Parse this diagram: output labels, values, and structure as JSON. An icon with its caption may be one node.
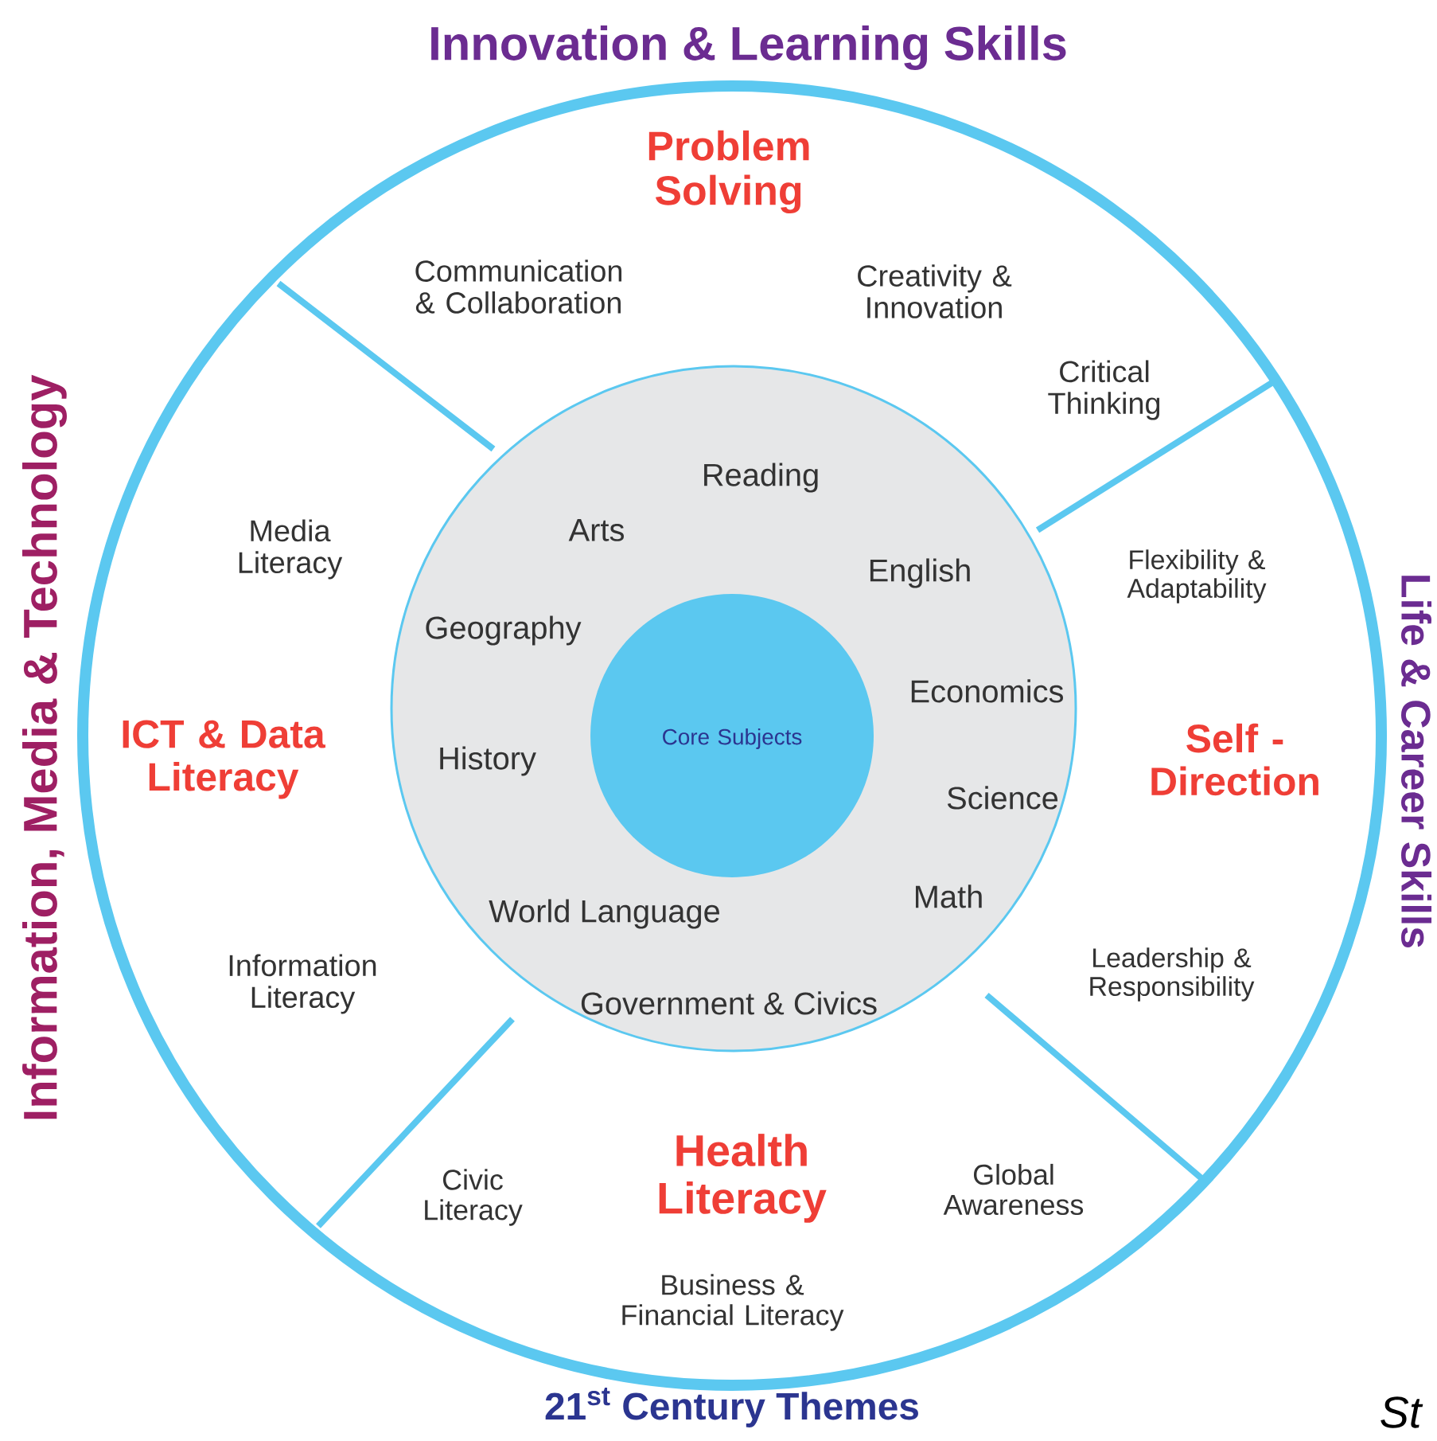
{
  "diagram": {
    "nodes": [
      {
        "text": [],
        "shape": "circle"
      },
      {
        "text": [
          "Reading",
          "Arts",
          "English",
          "Geography",
          "Economics",
          "History",
          "Science",
          "Math",
          "World Language",
          "Government & Civics"
        ],
        "in": 0
      },
      {
        "text": [
          "Core Subjects"
        ],
        "in": 1
      }
    ],
    "labels": [
      "Innovation & Learning Skills",
      "Information, Media & Technology",
      "Life & Career Skills",
      "Problem Solving",
      "Communication & Collaboration",
      "Creativity & Innovation",
      "Critical Thinking",
      "Media Literacy",
      "Flexibility & Adaptability",
      "ICT & Data Literacy",
      "Self - Direction",
      "Information Literacy",
      "Leadership & Responsibility",
      "Civic Literacy",
      "Health Literacy",
      "Global Awareness",
      "Business & Financial Literacy",
      "21$^{st}$ Century Themes",
      "St"
    ]
  }
}
